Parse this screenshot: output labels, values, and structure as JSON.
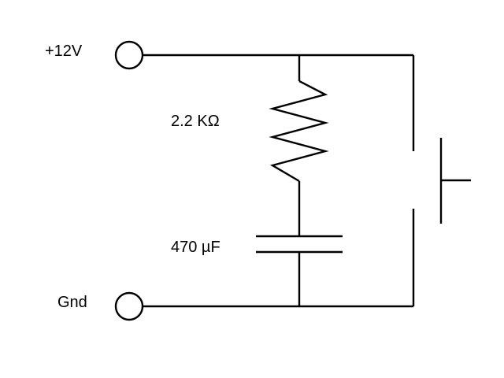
{
  "terminals": {
    "positive_label": "+12V",
    "ground_label": "Gnd"
  },
  "components": {
    "resistor_label": "2.2 KΩ",
    "capacitor_label": "470 µF"
  },
  "colors": {
    "line": "#000000",
    "background": "#ffffff"
  }
}
